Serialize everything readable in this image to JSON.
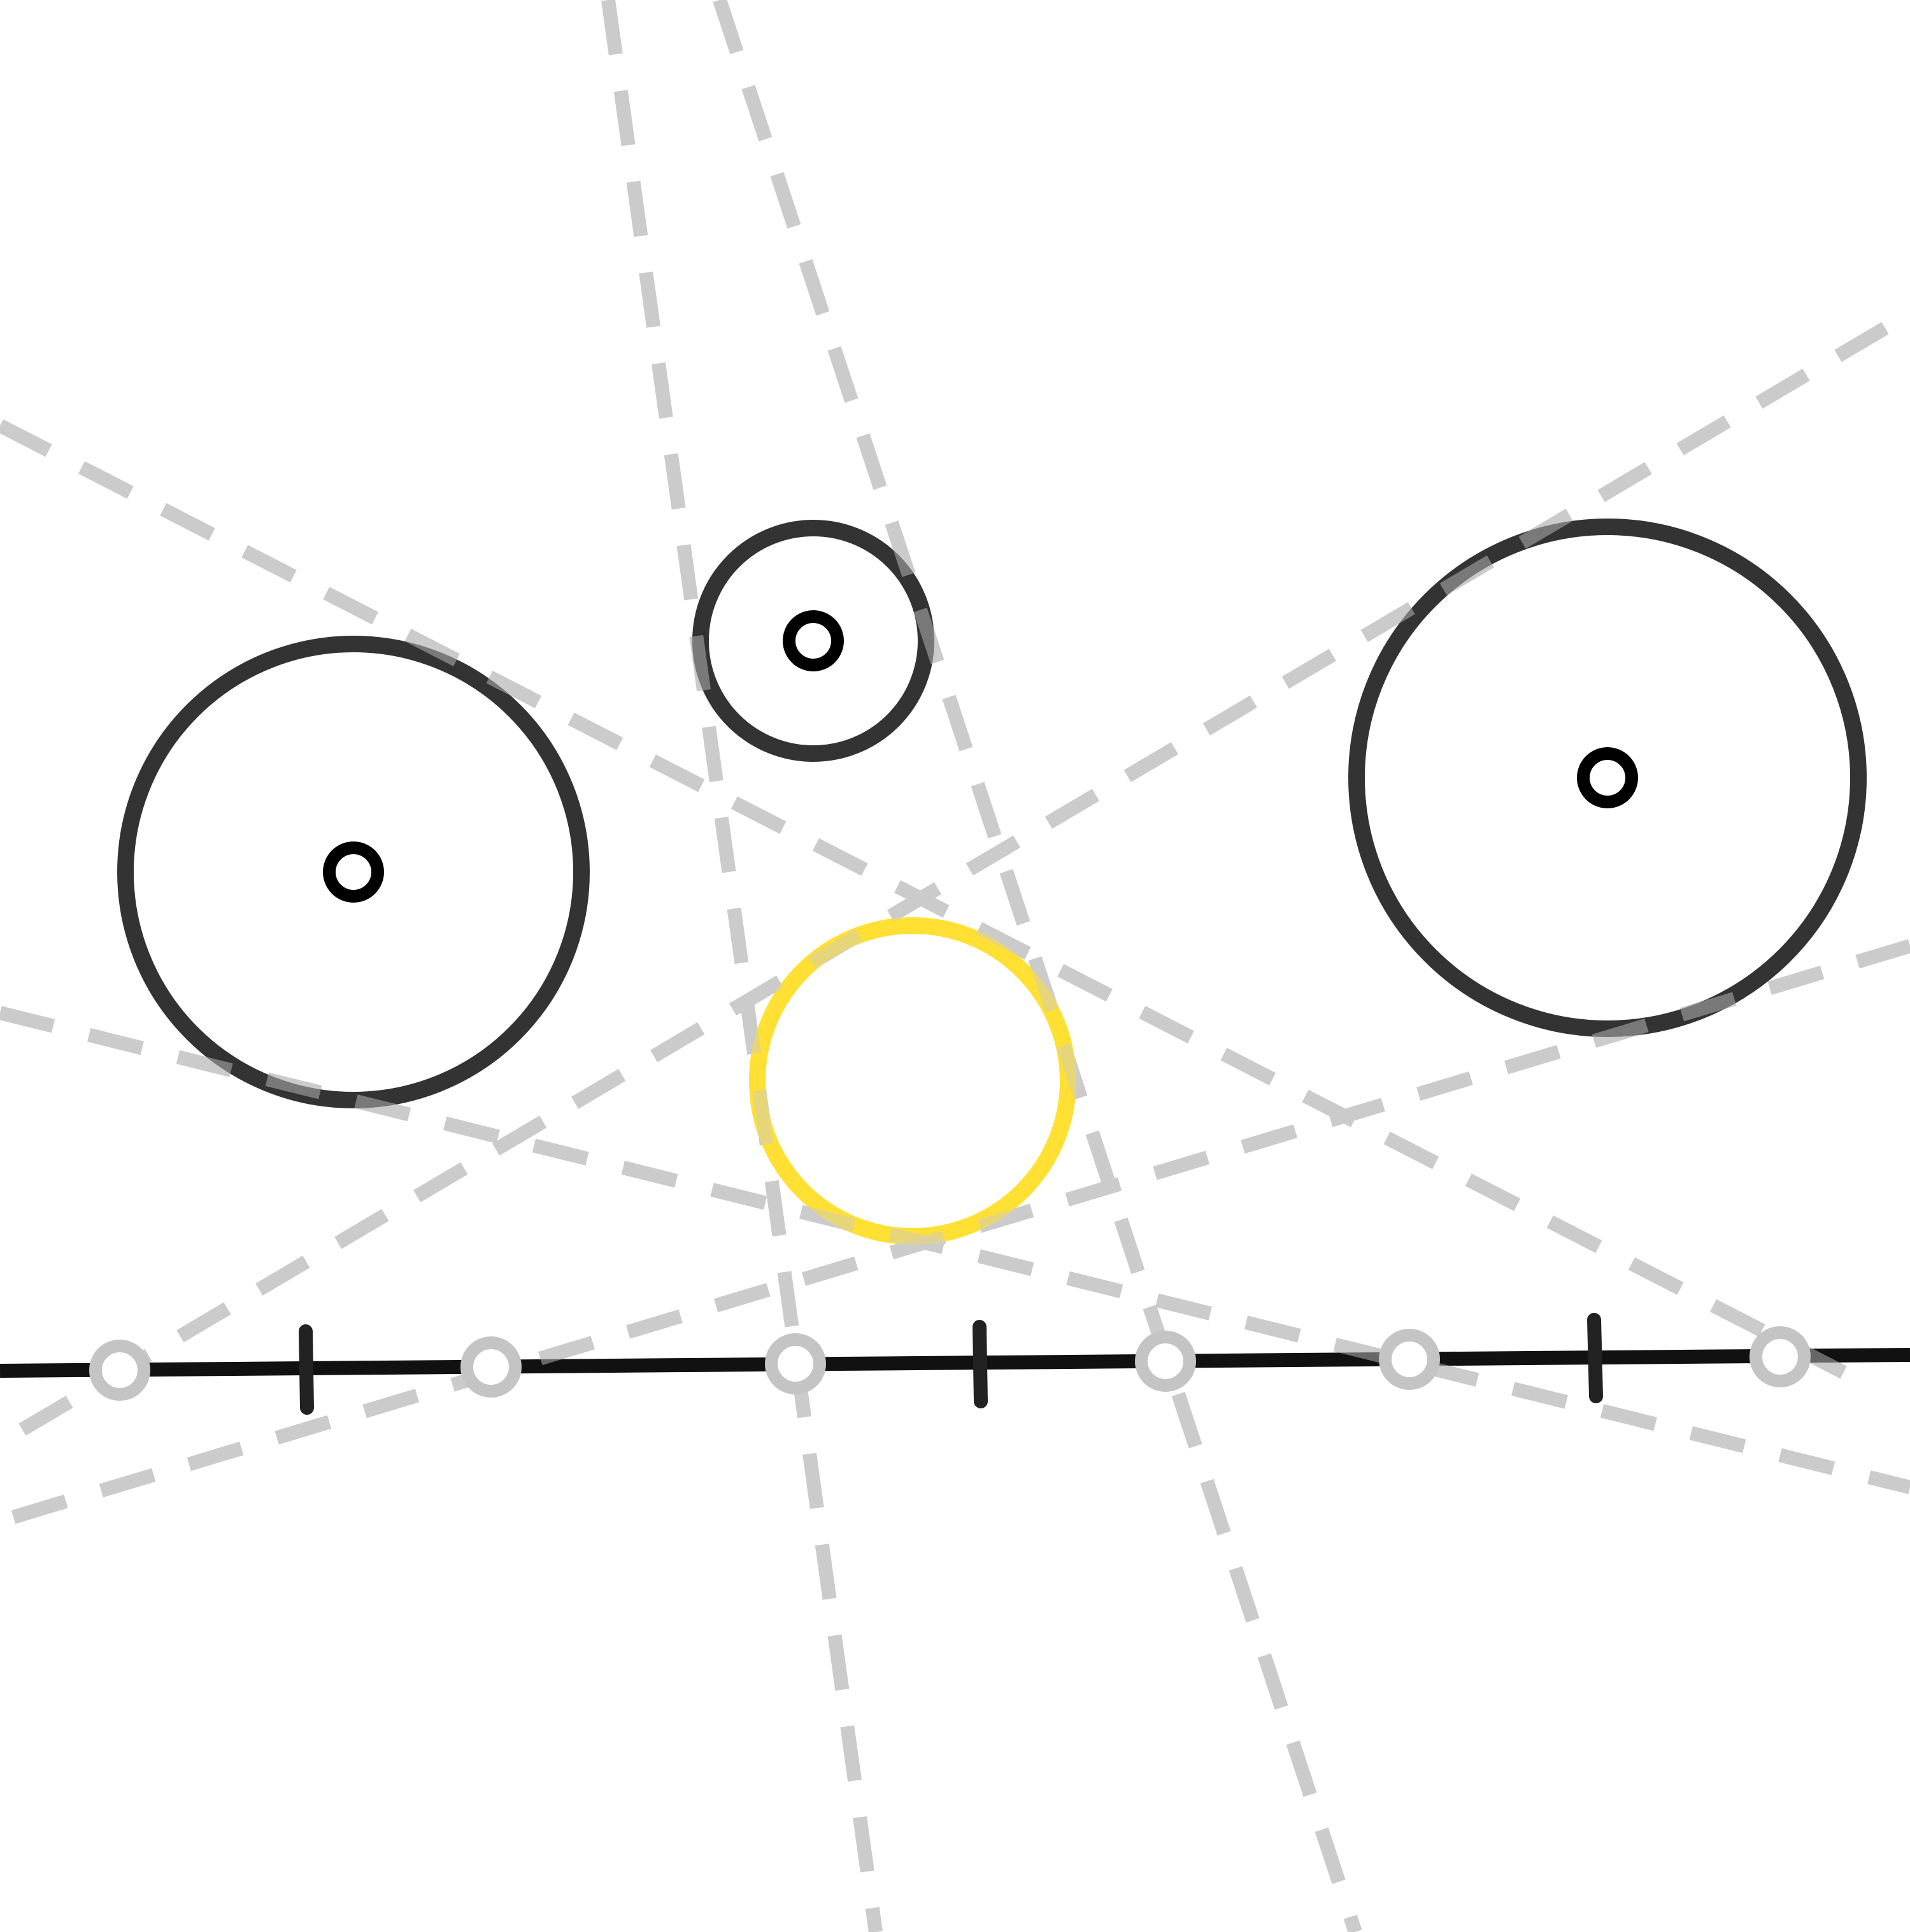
{
  "diagram": {
    "type": "geometric-construction",
    "colors": {
      "background": "#ffffff",
      "given_circle": "#333333",
      "center_point": "#000000",
      "construction_line": "#cccccc",
      "result_circle": "#ffe033",
      "main_line": "#111111",
      "line_point": "#c4c4c4",
      "tick": "#222222"
    },
    "given_circles": [
      {
        "id": "left"
      },
      {
        "id": "top"
      },
      {
        "id": "right"
      }
    ],
    "result_circle": {
      "id": "solution"
    },
    "construction_line_count": 6,
    "line_point_count": 6,
    "tick_mark_count": 3
  }
}
